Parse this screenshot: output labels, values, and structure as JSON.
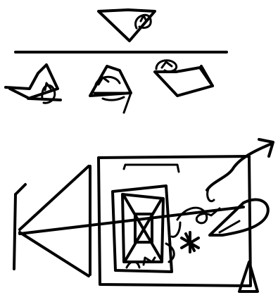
{
  "image_kind": "hand-drawn black ink sketch on white background",
  "colors": {
    "background": "#ffffff",
    "ink": "#000000"
  },
  "top_section": {
    "numerator_symbol": "triangle-with-curl-icon",
    "fraction_bar": true,
    "denominator_symbols": [
      "triangle-with-curl-icon",
      "triangle-with-arc-icon",
      "inverted-triangle-with-curl-icon"
    ]
  },
  "bottom_section": {
    "shapes": [
      "left-flag-icon",
      "cone-triangle",
      "large-rectangle-frame",
      "inner-crossed-box",
      "asterisk-icon",
      "curled-arrow-icon",
      "small-triangle-icon"
    ]
  }
}
